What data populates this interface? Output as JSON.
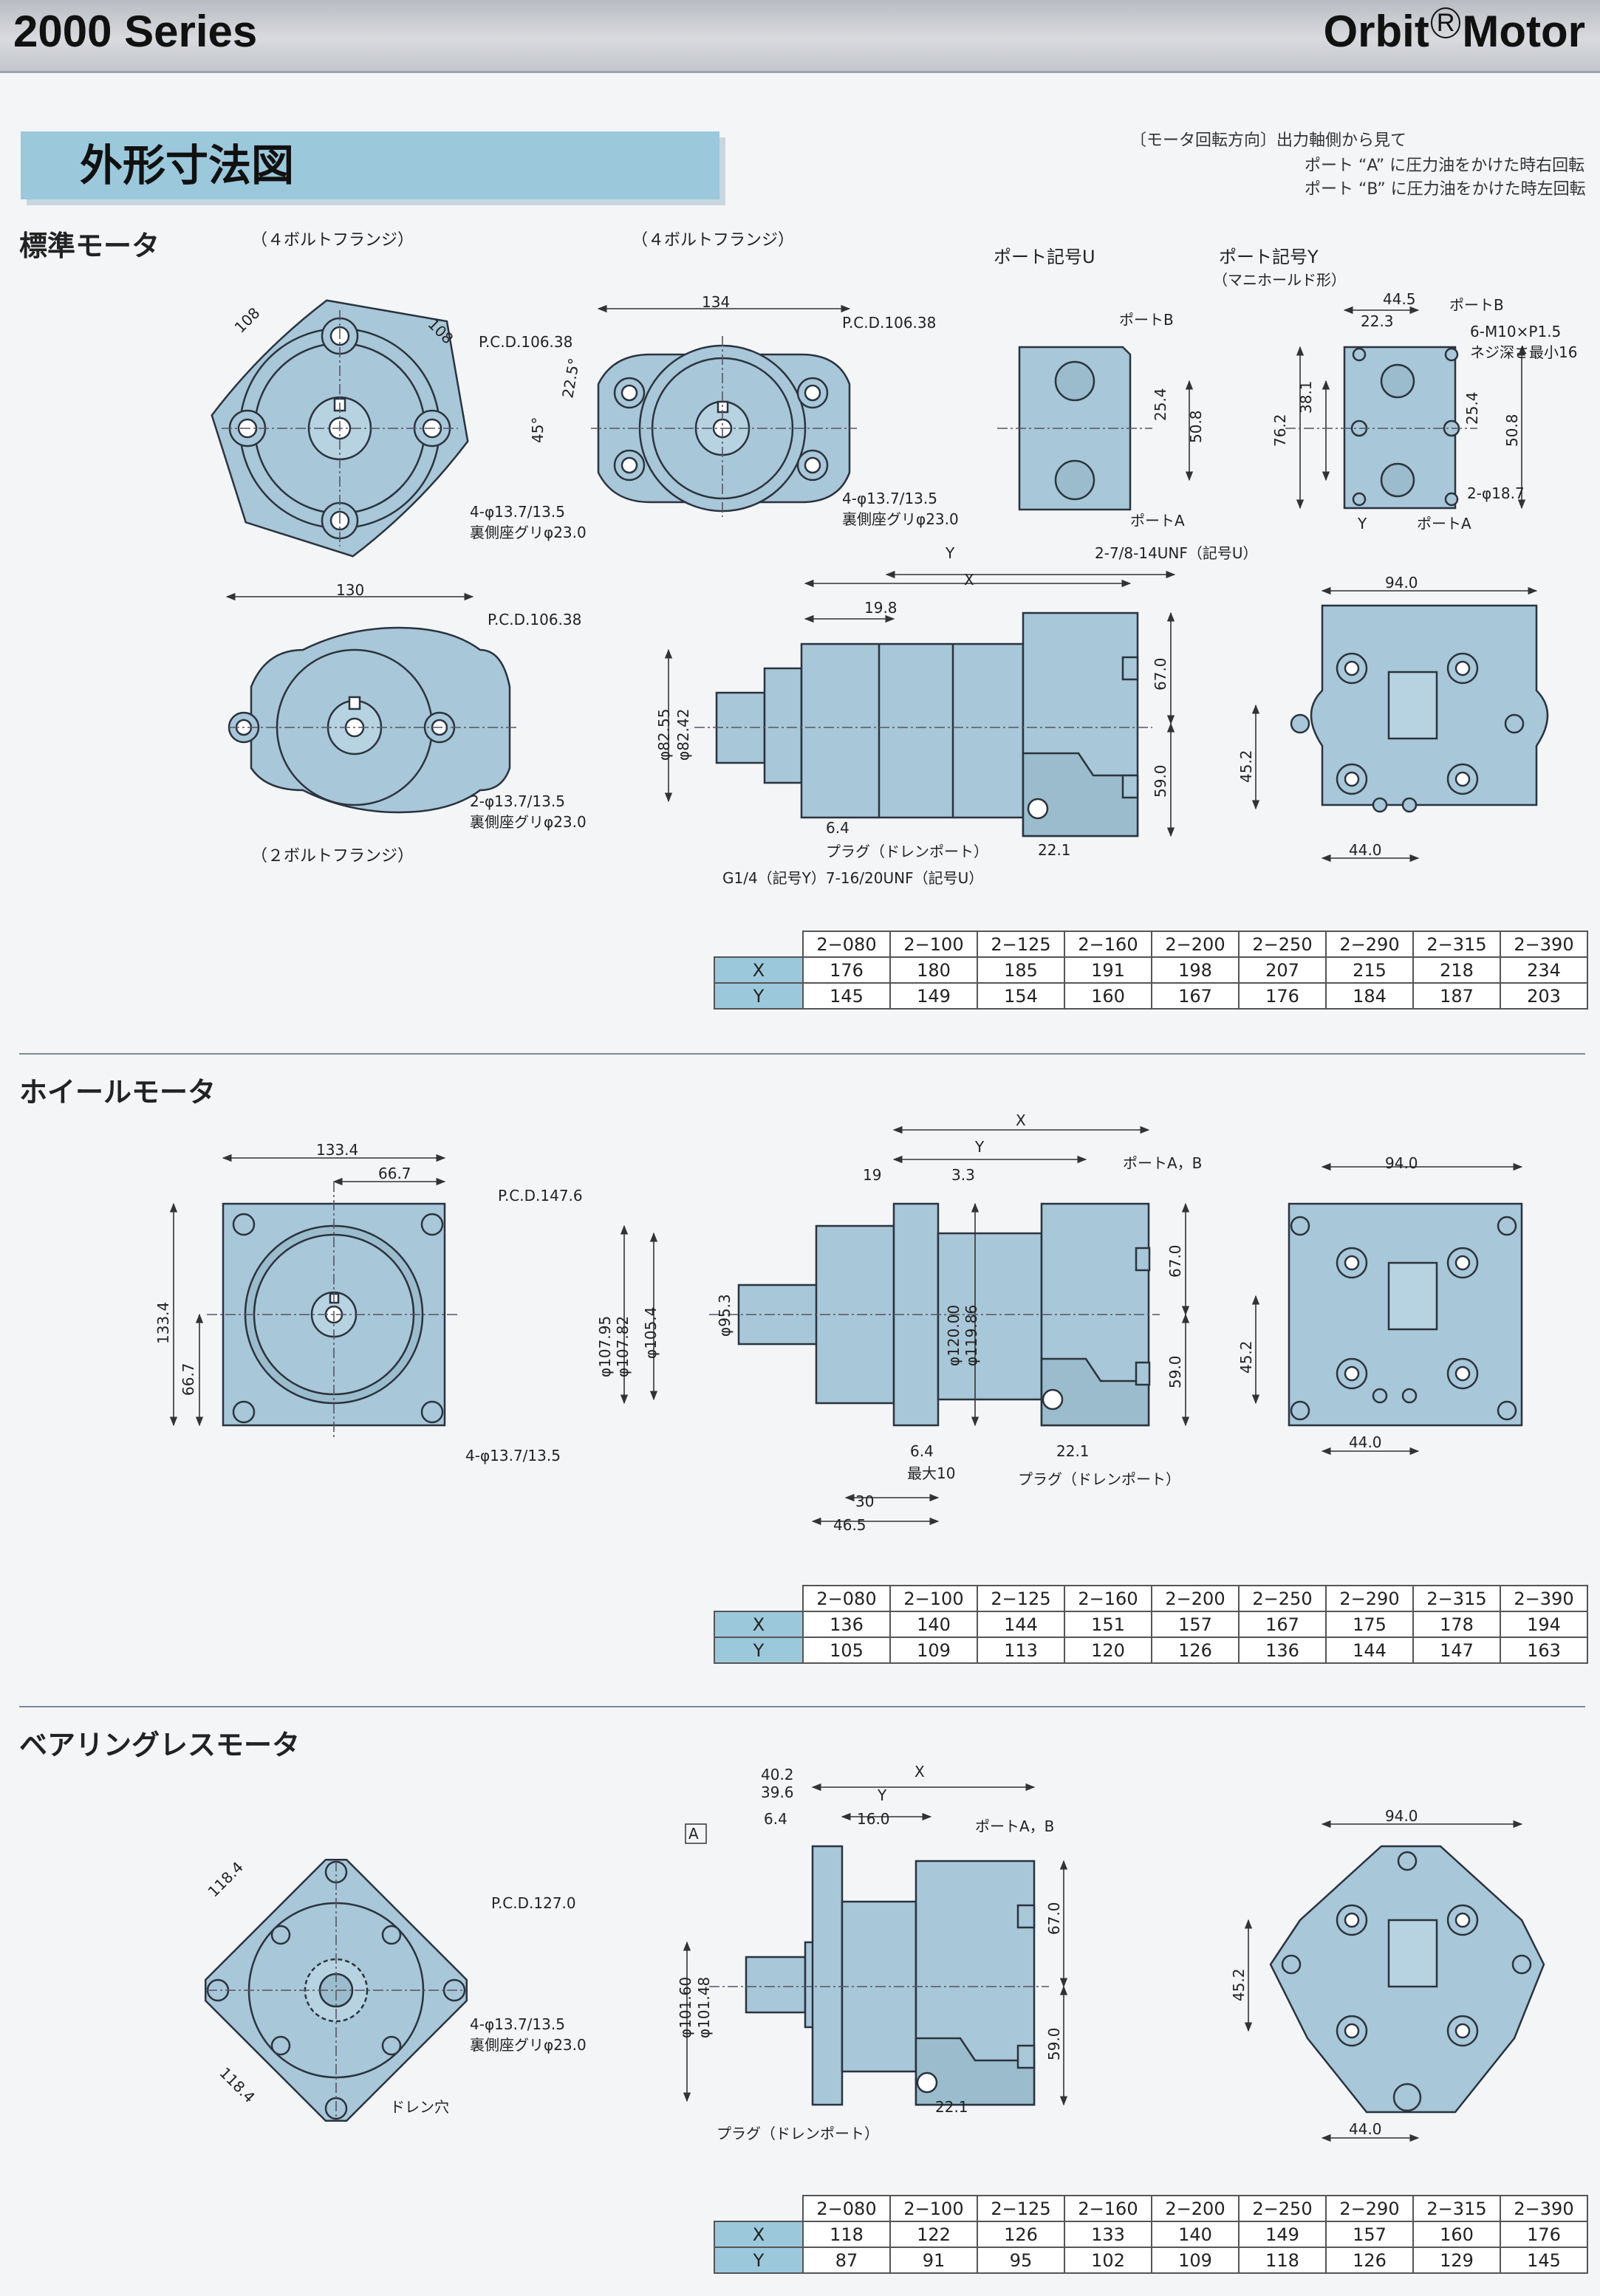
{
  "header": {
    "series": "2000 Series",
    "brand_left": "Orbit",
    "brand_reg": "R",
    "brand_right": "Motor"
  },
  "page_title": "外形寸法図",
  "rotation_note": {
    "line1": "〔モータ回転方向〕出力軸側から見て",
    "line2": "ポート “A” に圧力油をかけた時右回転",
    "line3": "ポート “B” に圧力油をかけた時左回転"
  },
  "standard": {
    "heading": "標準モータ",
    "flange4a": "（４ボルトフランジ）",
    "flange4b": "（４ボルトフランジ）",
    "flange2": "（２ボルトフランジ）",
    "port_u": "ポート記号U",
    "port_y": "ポート記号Y",
    "port_y_sub": "（マニホールド形）",
    "labels": {
      "d108a": "108",
      "d108b": "108",
      "pcd": "P.C.D.106.38",
      "hole": "4-φ13.7/13.5",
      "counter": "裏側座グリφ23.0",
      "d134": "134",
      "a225": "22.5°",
      "a45": "45°",
      "pcd2": "P.C.D.106.38",
      "hole2": "4-φ13.7/13.5",
      "counter2": "裏側座グリφ23.0",
      "portB": "ポートB",
      "portA": "ポートA",
      "d254": "25.4",
      "d508": "50.8",
      "unf": "2-7/8-14UNF（記号U）",
      "d445": "44.5",
      "d223": "22.3",
      "portB2": "ポートB",
      "m10": "6-M10×P1.5",
      "depth": "ネジ深さ最小16",
      "d381": "38.1",
      "d762": "76.2",
      "d254b": "25.4",
      "d508b": "50.8",
      "d187": "2-φ18.7",
      "y": "Y",
      "portA2": "ポートA",
      "d130": "130",
      "pcd3": "P.C.D.106.38",
      "hole3": "2-φ13.7/13.5",
      "counter3": "裏側座グリφ23.0",
      "Y": "Y",
      "X": "X",
      "d198": "19.8",
      "d8255": "φ82.55",
      "d8242": "φ82.42",
      "d670": "67.0",
      "d590": "59.0",
      "d64": "6.4",
      "d221": "22.1",
      "plug": "プラグ（ドレンポート）",
      "g14": "G1/4（記号Y）7-16/20UNF（記号U）",
      "d940": "94.0",
      "d452": "45.2",
      "d440": "44.0"
    },
    "table": {
      "columns": [
        "2−080",
        "2−100",
        "2−125",
        "2−160",
        "2−200",
        "2−250",
        "2−290",
        "2−315",
        "2−390"
      ],
      "rows": [
        {
          "label": "X",
          "values": [
            "176",
            "180",
            "185",
            "191",
            "198",
            "207",
            "215",
            "218",
            "234"
          ]
        },
        {
          "label": "Y",
          "values": [
            "145",
            "149",
            "154",
            "160",
            "167",
            "176",
            "184",
            "187",
            "203"
          ]
        }
      ]
    }
  },
  "wheel": {
    "heading": "ホイールモータ",
    "labels": {
      "d1334": "133.4",
      "d667": "66.7",
      "pcd": "P.C.D.147.6",
      "d1334v": "133.4",
      "d667v": "66.7",
      "hole": "4-φ13.7/13.5",
      "X": "X",
      "Y": "Y",
      "d19": "19",
      "d33": "3.3",
      "ports": "ポートA，B",
      "d10795": "φ107.95",
      "d10782": "φ107.82",
      "d1054": "φ105.4",
      "d953": "φ95.3",
      "d12000": "φ120.00",
      "d11986": "φ119.86",
      "d670": "67.0",
      "d590": "59.0",
      "d64": "6.4",
      "max10": "最大10",
      "d221": "22.1",
      "plug": "プラグ（ドレンポート）",
      "d30": "30",
      "d465": "46.5",
      "d940": "94.0",
      "d452": "45.2",
      "d440": "44.0"
    },
    "table": {
      "columns": [
        "2−080",
        "2−100",
        "2−125",
        "2−160",
        "2−200",
        "2−250",
        "2−290",
        "2−315",
        "2−390"
      ],
      "rows": [
        {
          "label": "X",
          "values": [
            "136",
            "140",
            "144",
            "151",
            "157",
            "167",
            "175",
            "178",
            "194"
          ]
        },
        {
          "label": "Y",
          "values": [
            "105",
            "109",
            "113",
            "120",
            "126",
            "136",
            "144",
            "147",
            "163"
          ]
        }
      ]
    }
  },
  "bearingless": {
    "heading": "ベアリングレスモータ",
    "labels": {
      "d1184a": "118.4",
      "d1184b": "118.4",
      "pcd": "P.C.D.127.0",
      "hole": "4-φ13.7/13.5",
      "counter": "裏側座グリφ23.0",
      "drain": "ドレン穴",
      "d402": "40.2",
      "d396": "39.6",
      "X": "X",
      "Y": "Y",
      "d64": "6.4",
      "d160": "16.0",
      "ports": "ポートA，B",
      "datum": "A",
      "d10160": "φ101.60",
      "d10148": "φ101.48",
      "d670": "67.0",
      "d590": "59.0",
      "d221": "22.1",
      "plug": "プラグ（ドレンポート）",
      "d940": "94.0",
      "d452": "45.2",
      "d440": "44.0"
    },
    "table": {
      "columns": [
        "2−080",
        "2−100",
        "2−125",
        "2−160",
        "2−200",
        "2−250",
        "2−290",
        "2−315",
        "2−390"
      ],
      "rows": [
        {
          "label": "X",
          "values": [
            "118",
            "122",
            "126",
            "133",
            "140",
            "149",
            "157",
            "160",
            "176"
          ]
        },
        {
          "label": "Y",
          "values": [
            "87",
            "91",
            "95",
            "102",
            "109",
            "118",
            "126",
            "129",
            "145"
          ]
        }
      ]
    }
  }
}
